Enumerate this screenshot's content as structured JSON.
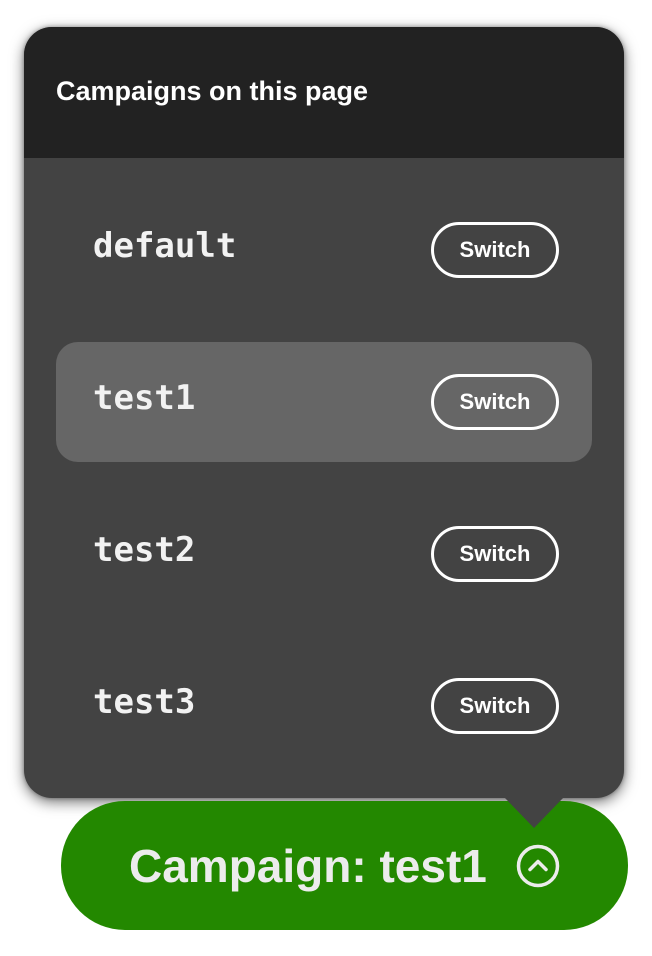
{
  "popup": {
    "title": "Campaigns on this page",
    "campaigns": [
      {
        "name": "default",
        "switch_label": "Switch",
        "active": false
      },
      {
        "name": "test1",
        "switch_label": "Switch",
        "active": true
      },
      {
        "name": "test2",
        "switch_label": "Switch",
        "active": false
      },
      {
        "name": "test3",
        "switch_label": "Switch",
        "active": false
      }
    ]
  },
  "toggle": {
    "label": "Campaign: test1",
    "icon": "chevron-up-circle-icon"
  },
  "colors": {
    "panel_bg": "#434343",
    "header_bg": "#222222",
    "active_row_bg": "#666666",
    "pill_bg": "#238800",
    "text": "#ffffff"
  }
}
